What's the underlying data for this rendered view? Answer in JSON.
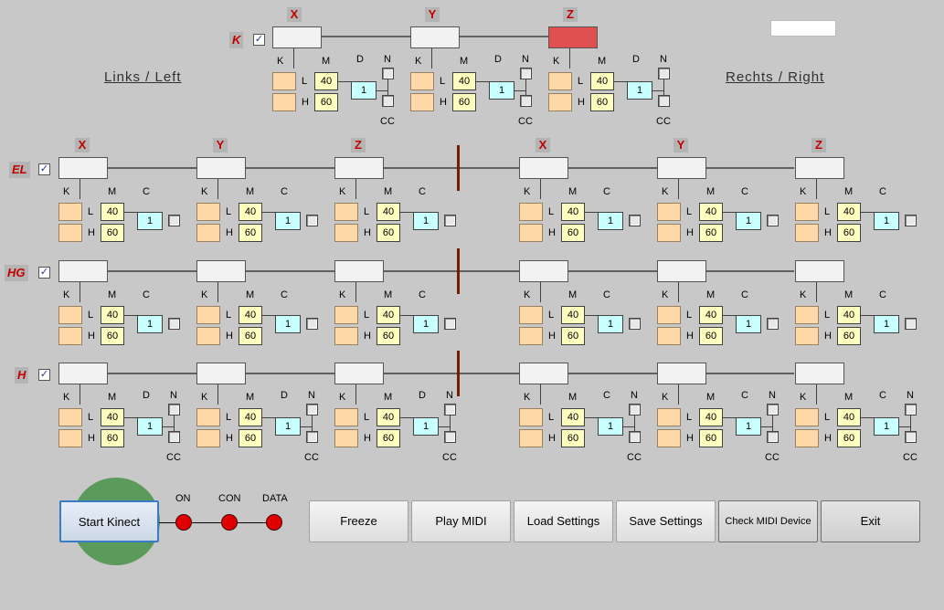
{
  "axis_labels": {
    "x": "X",
    "y": "Y",
    "z": "Z"
  },
  "col_labels": {
    "k": "K",
    "m": "M",
    "c": "C",
    "d": "D",
    "n": "N",
    "l": "L",
    "h": "H",
    "cc": "CC"
  },
  "values": {
    "low": "40",
    "high": "60",
    "channel": "1"
  },
  "side_labels": {
    "left": "Links / Left",
    "right": "Rechts / Right"
  },
  "rows": {
    "k": {
      "label": "K",
      "checked": true
    },
    "el": {
      "label": "EL",
      "checked": true
    },
    "hg": {
      "label": "HG",
      "checked": true
    },
    "h": {
      "label": "H",
      "checked": true
    }
  },
  "check_glyph": "✓",
  "status": {
    "on": "ON",
    "con": "CON",
    "data": "DATA",
    "led_color": "#e00000"
  },
  "buttons": {
    "start_kinect": "Start Kinect",
    "freeze": "Freeze",
    "play_midi": "Play MIDI",
    "load_settings": "Load Settings",
    "save_settings": "Save Settings",
    "check_midi": "Check MIDI Device",
    "exit": "Exit"
  },
  "colors": {
    "active_axis": "#e05050",
    "kinect_circle": "#5a9a5a"
  }
}
